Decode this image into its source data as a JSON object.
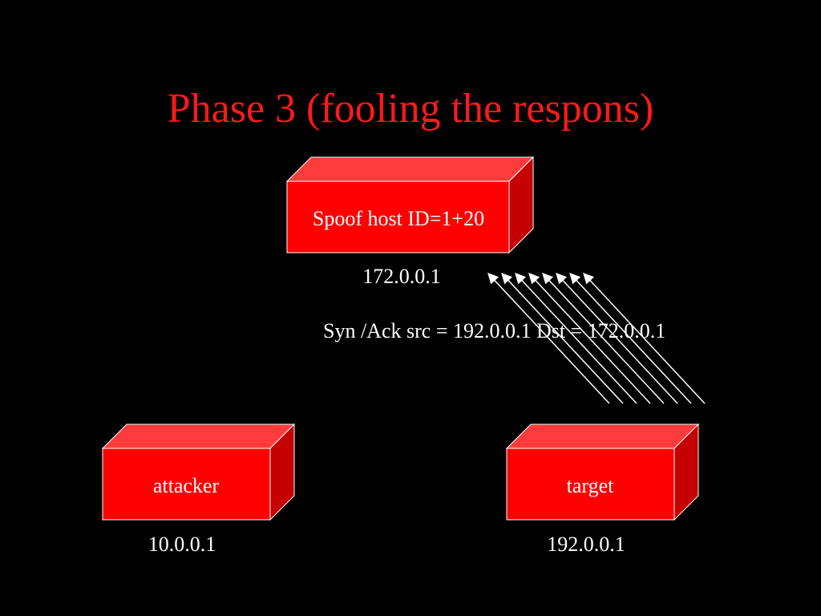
{
  "slide": {
    "title": "Phase 3 (fooling the respons)"
  },
  "colors": {
    "background": "#000000",
    "title": "#ff1a1a",
    "box_front": "#ff0000",
    "box_top": "#ff3b3b",
    "box_side": "#c40000",
    "text": "#ffffff",
    "arrows": "#ffffff"
  },
  "nodes": {
    "spoof": {
      "label": "Spoof host ID=1+20",
      "ip": "172.0.0.1"
    },
    "attacker": {
      "label": "attacker",
      "ip": "10.0.0.1"
    },
    "target": {
      "label": "target",
      "ip": "192.0.0.1"
    }
  },
  "packet": {
    "label": "Syn /Ack src = 192.0.0.1 Dst = 172.0.0.1",
    "from": "target",
    "to": "spoof",
    "arrow_count": 8
  }
}
